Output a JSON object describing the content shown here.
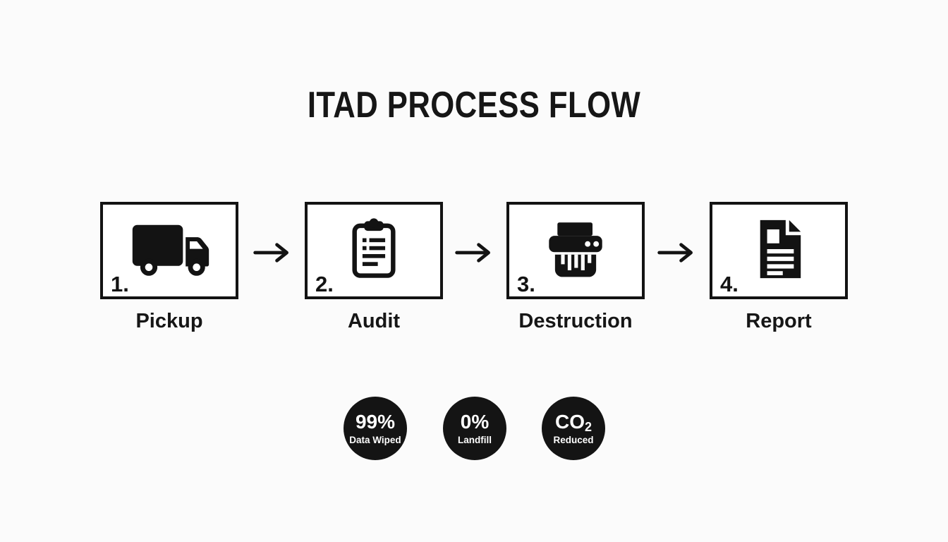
{
  "title": "ITAD PROCESS FLOW",
  "flow": {
    "connector": "arrow-right-icon",
    "steps": [
      {
        "number": "1.",
        "label": "Pickup",
        "icon": "truck-icon"
      },
      {
        "number": "2.",
        "label": "Audit",
        "icon": "clipboard-icon"
      },
      {
        "number": "3.",
        "label": "Destruction",
        "icon": "shredder-icon"
      },
      {
        "number": "4.",
        "label": "Report",
        "icon": "document-icon"
      }
    ]
  },
  "stats": [
    {
      "value": "99%",
      "value_sub": "",
      "label": "Data Wiped"
    },
    {
      "value": "0%",
      "value_sub": "",
      "label": "Landfill"
    },
    {
      "value": "CO",
      "value_sub": "2",
      "label": "Reduced"
    }
  ],
  "colors": {
    "ink": "#161616",
    "background": "#fbfbfb",
    "box_fill": "#ffffff",
    "badge_fill": "#141414",
    "badge_text": "#ffffff"
  }
}
